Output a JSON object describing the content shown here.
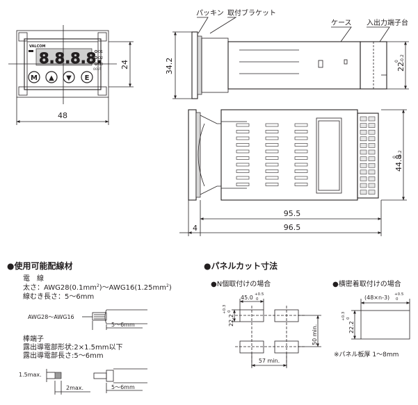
{
  "front_view": {
    "brand": "VALCOM",
    "seg_text": "8.8.8.8.",
    "indicator_labels": [
      "O1",
      "O2",
      "O3"
    ],
    "sub_label": "OOUT",
    "buttons": [
      "M",
      "▲",
      "▼",
      "E"
    ],
    "dim_width": "48",
    "dim_height": "24"
  },
  "side_view": {
    "label_packing": "パッキン",
    "label_bracket": "取付ブラケット",
    "label_case": "ケース",
    "label_terminal": "入出力端子台",
    "dim_height": "34.2",
    "dim_case_height": "22",
    "dim_case_tol_upper": "0",
    "dim_case_tol_lower": "-0.2"
  },
  "top_view": {
    "dim_depth_inner": "95.5",
    "dim_depth_total": "96.5",
    "dim_front": "4",
    "dim_height": "44.8",
    "dim_height_tol_upper": "0",
    "dim_height_tol_lower": "-0.2"
  },
  "wiring": {
    "title": "●使用可能配線材",
    "wire_heading": "電　線",
    "wire_size_prefix": "太さ：AWG28(0.1mm",
    "wire_size_mid": ")～AWG16(1.25mm",
    "wire_size_suffix": ")",
    "sup2": "2",
    "strip_length": "線むき長さ：5～6mm",
    "wire_range_label": "AWG28～AWG16",
    "strip_dim": "5～6mm",
    "ferrule_heading": "棒端子",
    "ferrule_shape": "露出導電部形状:2×1.5mm以下",
    "ferrule_length": "露出導電部長さ:5～6mm",
    "ferrule_max_a": "1.5max.",
    "ferrule_max_b": "2max.",
    "ferrule_dim": "5～6mm"
  },
  "panel_cut": {
    "title": "●パネルカット寸法",
    "n_title": "●N個取付けの場合",
    "n_width": "45.0",
    "n_width_tol": "+0.5",
    "n_width_tol_lower": "0",
    "n_height": "22.2",
    "n_height_tol": "+0.3",
    "n_height_tol_lower": "0",
    "n_vpitch": "50 min.",
    "n_hpitch": "57 min.",
    "close_title": "●横密着取付けの場合",
    "close_width": "(48×n-3)",
    "close_width_tol": "+0.5",
    "close_width_tol_lower": "0",
    "close_height": "22.2",
    "close_height_tol": "+0.3",
    "close_height_tol_lower": "0",
    "thickness_note": "※パネル板厚 1～8mm"
  }
}
